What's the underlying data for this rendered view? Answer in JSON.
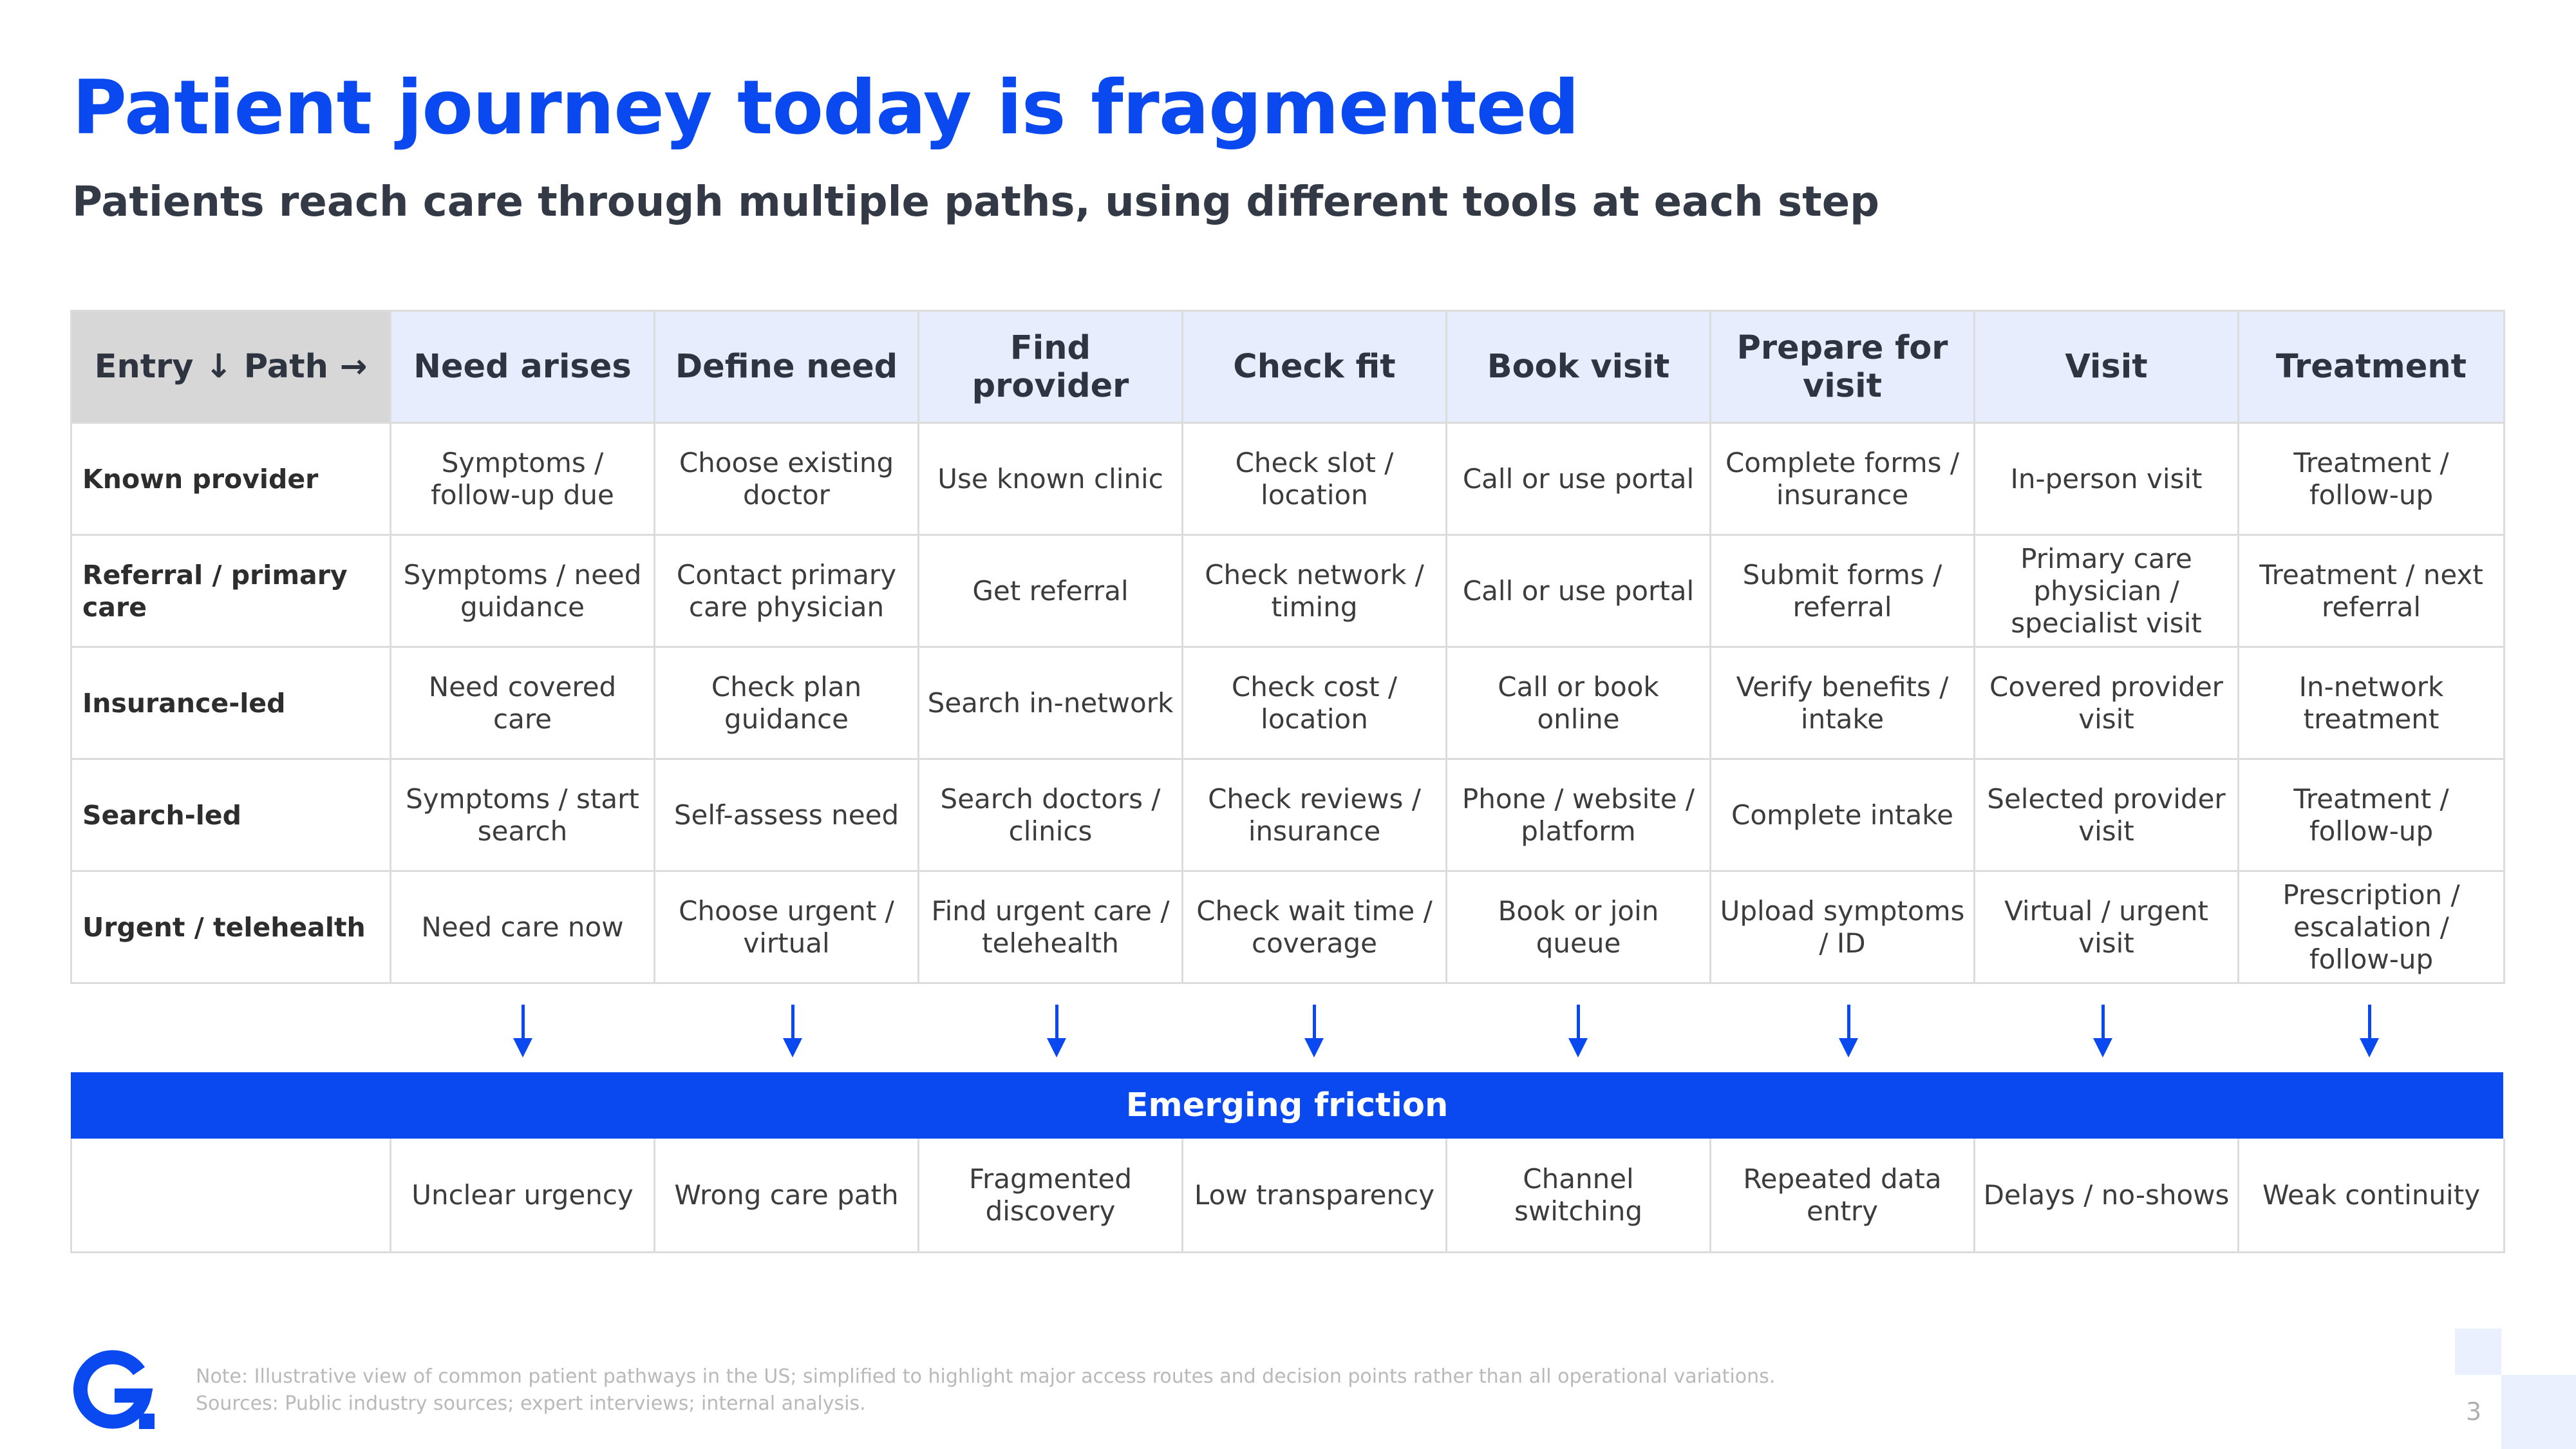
{
  "page": {
    "title": "Patient journey today is fragmented",
    "subtitle": "Patients reach care through multiple paths, using different tools at each step"
  },
  "table": {
    "corner": "Entry ↓ Path →",
    "columns": [
      "Need arises",
      "Define need",
      "Find provider",
      "Check fit",
      "Book visit",
      "Prepare for visit",
      "Visit",
      "Treatment"
    ],
    "rows": [
      {
        "label": "Known provider",
        "cells": [
          "Symptoms / follow-up due",
          "Choose existing doctor",
          "Use known clinic",
          "Check slot / location",
          "Call or use portal",
          "Complete forms / insurance",
          "In-person visit",
          "Treatment / follow-up"
        ]
      },
      {
        "label": "Referral / primary care",
        "cells": [
          "Symptoms / need guidance",
          "Contact primary care physician",
          "Get referral",
          "Check network / timing",
          "Call or use portal",
          "Submit forms / referral",
          "Primary care physician / specialist visit",
          "Treatment / next referral"
        ]
      },
      {
        "label": "Insurance-led",
        "cells": [
          "Need covered care",
          "Check plan guidance",
          "Search in-network",
          "Check cost / location",
          "Call or book online",
          "Verify benefits / intake",
          "Covered provider visit",
          "In-network treatment"
        ]
      },
      {
        "label": "Search-led",
        "cells": [
          "Symptoms / start search",
          "Self-assess need",
          "Search doctors / clinics",
          "Check reviews / insurance",
          "Phone / website / platform",
          "Complete intake",
          "Selected provider visit",
          "Treatment / follow-up"
        ]
      },
      {
        "label": "Urgent / telehealth",
        "cells": [
          "Need care now",
          "Choose urgent / virtual",
          "Find urgent care / telehealth",
          "Check wait time / coverage",
          "Book or join queue",
          "Upload symptoms / ID",
          "Virtual / urgent visit",
          "Prescription / escalation / follow-up"
        ]
      }
    ]
  },
  "friction": {
    "banner": "Emerging friction",
    "cells": [
      "Unclear urgency",
      "Wrong care path",
      "Fragmented discovery",
      "Low transparency",
      "Channel switching",
      "Repeated data entry",
      "Delays / no-shows",
      "Weak continuity"
    ]
  },
  "footer": {
    "note": "Note: Illustrative view of common patient pathways in the US; simplified to highlight major access routes and decision points rather than all operational variations.",
    "sources": "Sources: Public industry sources; expert interviews; internal analysis.",
    "page_number": "3",
    "logo_icon": "brand-logo-icon"
  },
  "colors": {
    "accent": "#0a49f0",
    "header_fill": "#e7edfd",
    "corner_fill": "#d7d7d7"
  }
}
